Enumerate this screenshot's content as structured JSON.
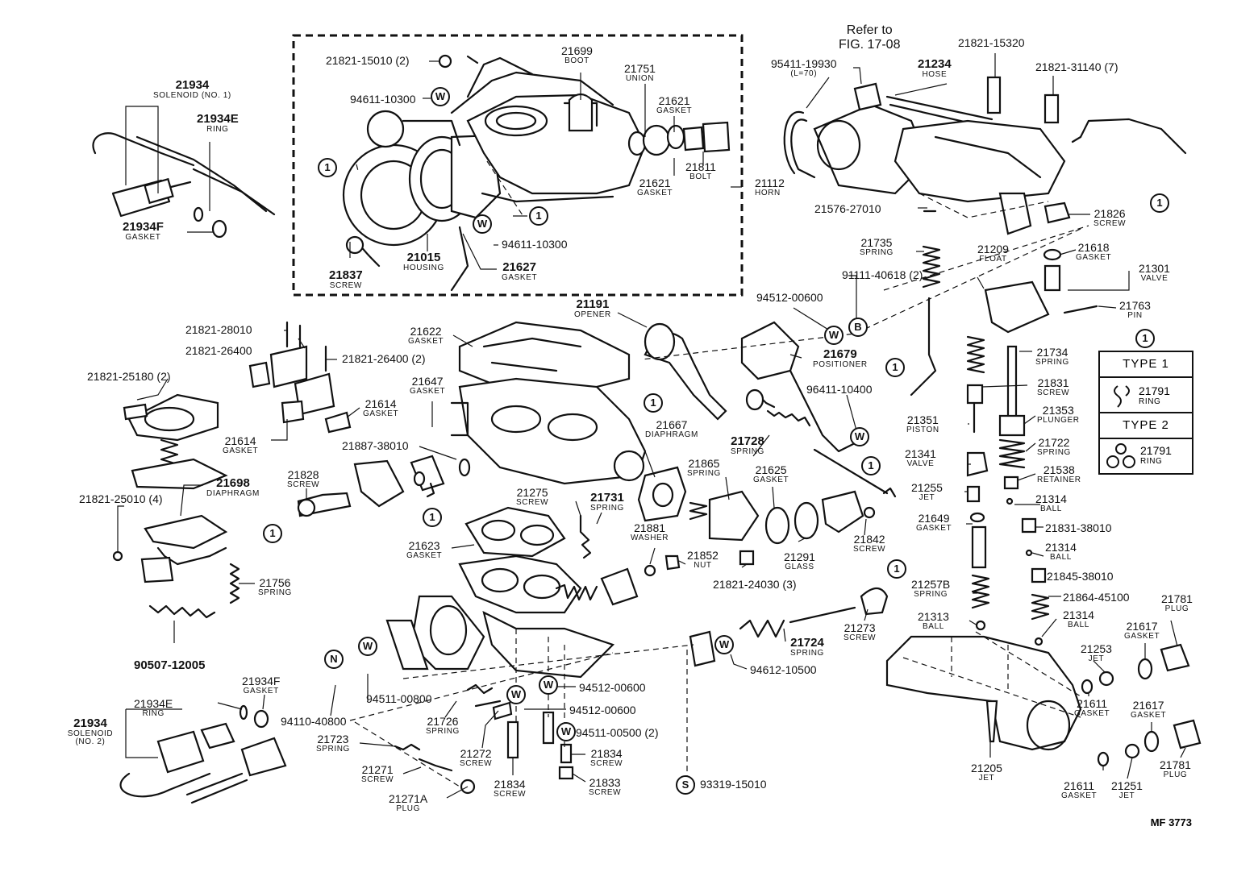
{
  "symbols": {
    "one": "1",
    "w": "W",
    "b": "B",
    "n": "N",
    "s": "S"
  },
  "ref": {
    "line1": "Refer to",
    "line2": "FIG. 17-08"
  },
  "type_box": {
    "title": "1",
    "type1": "TYPE  1",
    "type2": "TYPE  2",
    "part": "21791",
    "desc": "RING"
  },
  "code": "MF 3773",
  "parts": [
    {
      "id": "p21934a",
      "no": "21934",
      "desc": "SOLENOID (NO. 1)",
      "bold": true
    },
    {
      "id": "p21934e_a",
      "no": "21934E",
      "desc": "RING"
    },
    {
      "id": "p21934f_a",
      "no": "21934F",
      "desc": "GASKET"
    },
    {
      "id": "p21821_15010",
      "no": "21821-15010 (2)"
    },
    {
      "id": "p94611_10300a",
      "no": "94611-10300"
    },
    {
      "id": "p21699",
      "no": "21699",
      "desc": "BOOT"
    },
    {
      "id": "p21751",
      "no": "21751",
      "desc": "UNION"
    },
    {
      "id": "p21621a",
      "no": "21621",
      "desc": "GASKET"
    },
    {
      "id": "p21621b",
      "no": "21621",
      "desc": "GASKET"
    },
    {
      "id": "p21811",
      "no": "21811",
      "desc": "BOLT"
    },
    {
      "id": "p21112",
      "no": "21112",
      "desc": "HORN"
    },
    {
      "id": "p94611_10300b",
      "no": "94611-10300"
    },
    {
      "id": "p21015",
      "no": "21015",
      "desc": "HOUSING",
      "bold": true
    },
    {
      "id": "p21627",
      "no": "21627",
      "desc": "GASKET",
      "bold": true
    },
    {
      "id": "p21837",
      "no": "21837",
      "desc": "SCREW",
      "bold": true
    },
    {
      "id": "p95411",
      "no": "95411-19930",
      "desc": "(L=70)"
    },
    {
      "id": "p21234",
      "no": "21234",
      "desc": "HOSE",
      "bold": true
    },
    {
      "id": "p21821_15320",
      "no": "21821-15320"
    },
    {
      "id": "p21821_31140",
      "no": "21821-31140 (7)"
    },
    {
      "id": "p21576",
      "no": "21576-27010"
    },
    {
      "id": "p21826",
      "no": "21826",
      "desc": "SCREW"
    },
    {
      "id": "p21735",
      "no": "21735",
      "desc": "SPRING"
    },
    {
      "id": "p21209",
      "no": "21209",
      "desc": "FLOAT"
    },
    {
      "id": "p21618",
      "no": "21618",
      "desc": "GASKET"
    },
    {
      "id": "p21301",
      "no": "21301",
      "desc": "VALVE"
    },
    {
      "id": "p91111",
      "no": "91111-40618 (2)"
    },
    {
      "id": "p21763",
      "no": "21763",
      "desc": "PIN"
    },
    {
      "id": "p94512_00600a",
      "no": "94512-00600"
    },
    {
      "id": "p21191",
      "no": "21191",
      "desc": "OPENER",
      "bold": true
    },
    {
      "id": "p21679",
      "no": "21679",
      "desc": "POSITIONER",
      "bold": true
    },
    {
      "id": "p96411",
      "no": "96411-10400"
    },
    {
      "id": "p21734",
      "no": "21734",
      "desc": "SPRING"
    },
    {
      "id": "p21831",
      "no": "21831",
      "desc": "SCREW"
    },
    {
      "id": "p21353",
      "no": "21353",
      "desc": "PLUNGER"
    },
    {
      "id": "p21351",
      "no": "21351",
      "desc": "PISTON"
    },
    {
      "id": "p21722",
      "no": "21722",
      "desc": "SPRING"
    },
    {
      "id": "p21341",
      "no": "21341",
      "desc": "VALVE"
    },
    {
      "id": "p21538",
      "no": "21538",
      "desc": "RETAINER"
    },
    {
      "id": "p21255",
      "no": "21255",
      "desc": "JET"
    },
    {
      "id": "p21314a",
      "no": "21314",
      "desc": "BALL"
    },
    {
      "id": "p21649",
      "no": "21649",
      "desc": "GASKET"
    },
    {
      "id": "p21831_38010",
      "no": "21831-38010"
    },
    {
      "id": "p21314b",
      "no": "21314",
      "desc": "BALL"
    },
    {
      "id": "p21845",
      "no": "21845-38010"
    },
    {
      "id": "p21257b",
      "no": "21257B",
      "desc": "SPRING"
    },
    {
      "id": "p21864",
      "no": "21864-45100"
    },
    {
      "id": "p21781a",
      "no": "21781",
      "desc": "PLUG"
    },
    {
      "id": "p21313",
      "no": "21313",
      "desc": "BALL"
    },
    {
      "id": "p21314c",
      "no": "21314",
      "desc": "BALL"
    },
    {
      "id": "p21617a",
      "no": "21617",
      "desc": "GASKET"
    },
    {
      "id": "p21253",
      "no": "21253",
      "desc": "JET"
    },
    {
      "id": "p21611a",
      "no": "21611",
      "desc": "GASKET"
    },
    {
      "id": "p21617b",
      "no": "21617",
      "desc": "GASKET"
    },
    {
      "id": "p21205",
      "no": "21205",
      "desc": "JET"
    },
    {
      "id": "p21781b",
      "no": "21781",
      "desc": "PLUG"
    },
    {
      "id": "p21611b",
      "no": "21611",
      "desc": "GASKET"
    },
    {
      "id": "p21251",
      "no": "21251",
      "desc": "JET"
    },
    {
      "id": "p21821_28010",
      "no": "21821-28010"
    },
    {
      "id": "p21821_26400a",
      "no": "21821-26400"
    },
    {
      "id": "p21821_26400b",
      "no": "21821-26400 (2)"
    },
    {
      "id": "p21821_25180",
      "no": "21821-25180 (2)"
    },
    {
      "id": "p21614a",
      "no": "21614",
      "desc": "GASKET"
    },
    {
      "id": "p21614b",
      "no": "21614",
      "desc": "GASKET"
    },
    {
      "id": "p21622",
      "no": "21622",
      "desc": "GASKET"
    },
    {
      "id": "p21647",
      "no": "21647",
      "desc": "GASKET"
    },
    {
      "id": "p21887",
      "no": "21887-38010"
    },
    {
      "id": "p21698",
      "no": "21698",
      "desc": "DIAPHRAGM",
      "bold": true
    },
    {
      "id": "p21821_25010",
      "no": "21821-25010 (4)"
    },
    {
      "id": "p21828",
      "no": "21828",
      "desc": "SCREW"
    },
    {
      "id": "p21667",
      "no": "21667",
      "desc": "DIAPHRAGM"
    },
    {
      "id": "p21728",
      "no": "21728",
      "desc": "SPRING",
      "bold": true
    },
    {
      "id": "p21865",
      "no": "21865",
      "desc": "SPRING"
    },
    {
      "id": "p21625",
      "no": "21625",
      "desc": "GASKET"
    },
    {
      "id": "p21275",
      "no": "21275",
      "desc": "SCREW"
    },
    {
      "id": "p21731",
      "no": "21731",
      "desc": "SPRING"
    },
    {
      "id": "p21881",
      "no": "21881",
      "desc": "WASHER"
    },
    {
      "id": "p21852",
      "no": "21852",
      "desc": "NUT"
    },
    {
      "id": "p21842",
      "no": "21842",
      "desc": "SCREW"
    },
    {
      "id": "p21291",
      "no": "21291",
      "desc": "GLASS"
    },
    {
      "id": "p21821_24030",
      "no": "21821-24030 (3)"
    },
    {
      "id": "p21623",
      "no": "21623",
      "desc": "GASKET"
    },
    {
      "id": "p21756",
      "no": "21756",
      "desc": "SPRING"
    },
    {
      "id": "p90507",
      "no": "90507-12005",
      "bold": true
    },
    {
      "id": "p21273",
      "no": "21273",
      "desc": "SCREW"
    },
    {
      "id": "p21724",
      "no": "21724",
      "desc": "SPRING",
      "bold": true
    },
    {
      "id": "p94612",
      "no": "94612-10500"
    },
    {
      "id": "p94512_00600b",
      "no": "94512-00600"
    },
    {
      "id": "p94512_00600c",
      "no": "94512-00600"
    },
    {
      "id": "p94511_00800",
      "no": "94511-00800"
    },
    {
      "id": "p94110",
      "no": "94110-40800"
    },
    {
      "id": "p94511_00500",
      "no": "94511-00500 (2)"
    },
    {
      "id": "p21934e_b",
      "no": "21934E",
      "desc": "RING"
    },
    {
      "id": "p21934f_b",
      "no": "21934F",
      "desc": "GASKET"
    },
    {
      "id": "p21934b",
      "no": "21934",
      "desc": "SOLENOID (NO. 2)",
      "bold": true
    },
    {
      "id": "p21726",
      "no": "21726",
      "desc": "SPRING"
    },
    {
      "id": "p21723",
      "no": "21723",
      "desc": "SPRING"
    },
    {
      "id": "p21272",
      "no": "21272",
      "desc": "SCREW"
    },
    {
      "id": "p21834a",
      "no": "21834",
      "desc": "SCREW"
    },
    {
      "id": "p21834b",
      "no": "21834",
      "desc": "SCREW"
    },
    {
      "id": "p21833",
      "no": "21833",
      "desc": "SCREW"
    },
    {
      "id": "p21271",
      "no": "21271",
      "desc": "SCREW"
    },
    {
      "id": "p21271a",
      "no": "21271A",
      "desc": "PLUG"
    },
    {
      "id": "p93319",
      "no": "93319-15010"
    }
  ]
}
